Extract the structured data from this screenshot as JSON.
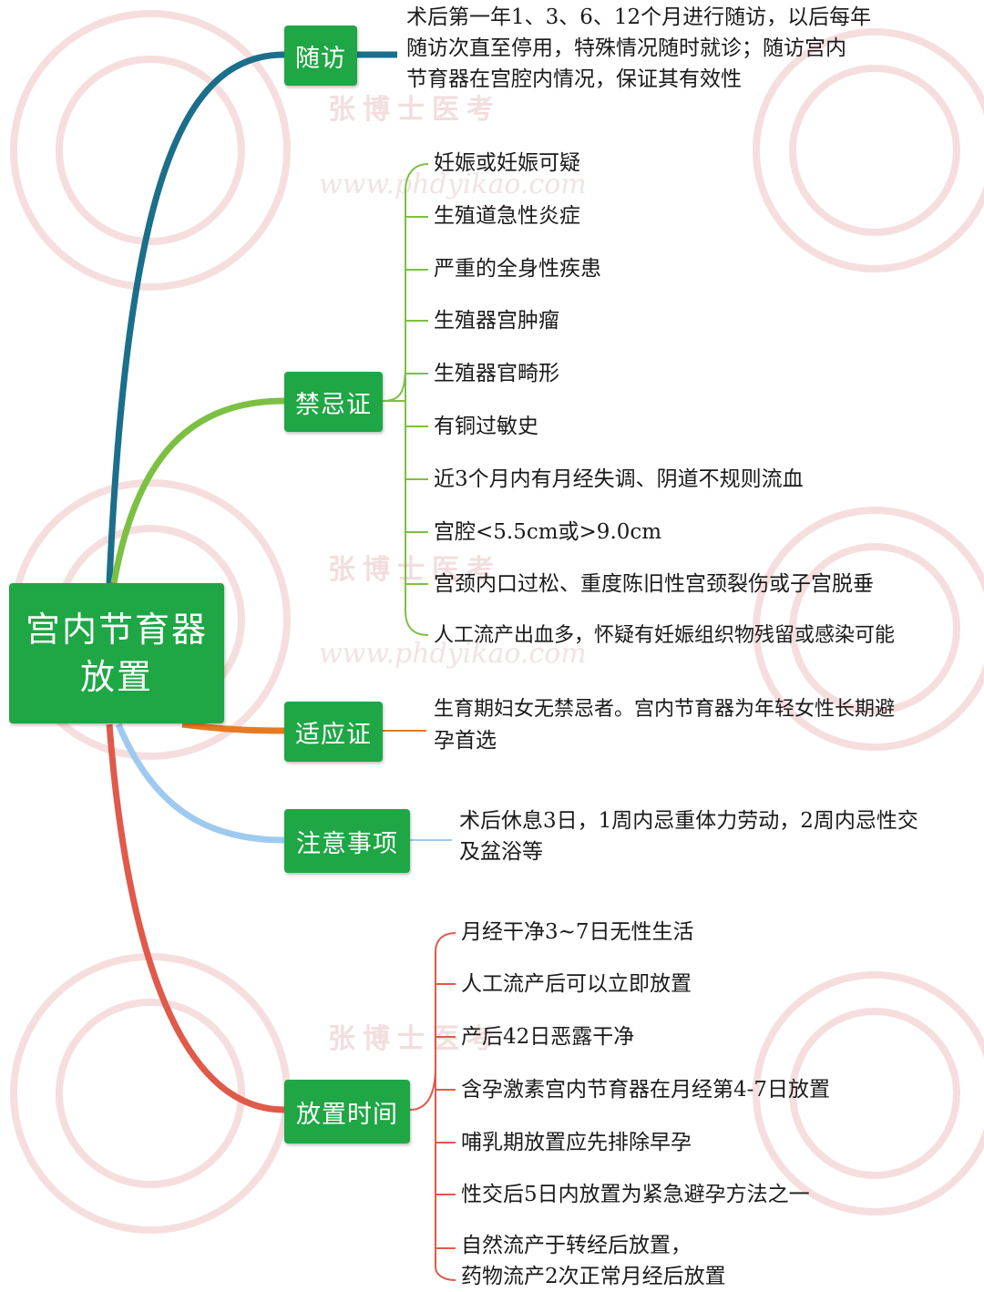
{
  "root": {
    "label": "宫内节育器放置"
  },
  "colors": {
    "node_bg": "#1fa645",
    "branch_followup": "#1b6f8a",
    "branch_contra": "#7cc043",
    "branch_indication": "#e67a22",
    "branch_notes": "#9fcaf0",
    "branch_timing": "#e05a4a"
  },
  "branches": {
    "followup": {
      "label": "随访",
      "lines": [
        "术后第一年1、3、6、12个月进行随访，以后每年",
        "随访次直至停用，特殊情况随时就诊；随访宫内",
        "节育器在宫腔内情况，保证其有效性"
      ]
    },
    "contra": {
      "label": "禁忌证",
      "items": [
        "妊娠或妊娠可疑",
        "生殖道急性炎症",
        "严重的全身性疾患",
        "生殖器宫肿瘤",
        "生殖器官畸形",
        "有铜过敏史",
        "近3个月内有月经失调、阴道不规则流血",
        "宫腔<5.5cm或>9.0cm",
        "宫颈内口过松、重度陈旧性宫颈裂伤或子宫脱垂",
        "人工流产出血多，怀疑有妊娠组织物残留或感染可能"
      ]
    },
    "indication": {
      "label": "适应证",
      "lines": [
        "生育期妇女无禁忌者。宫内节育器为年轻女性长期避",
        "孕首选"
      ]
    },
    "notes": {
      "label": "注意事项",
      "lines": [
        "术后休息3日，1周内忌重体力劳动，2周内忌性交",
        "及盆浴等"
      ]
    },
    "timing": {
      "label": "放置时间",
      "items": [
        "月经干净3~7日无性生活",
        "人工流产后可以立即放置",
        "产后42日恶露干净",
        "含孕激素宫内节育器在月经第4-7日放置",
        "哺乳期放置应先排除早孕",
        "性交后5日内放置为紧急避孕方法之一"
      ],
      "last_item_lines": [
        "自然流产于转经后放置，",
        "药物流产2次正常月经后放置"
      ]
    }
  }
}
